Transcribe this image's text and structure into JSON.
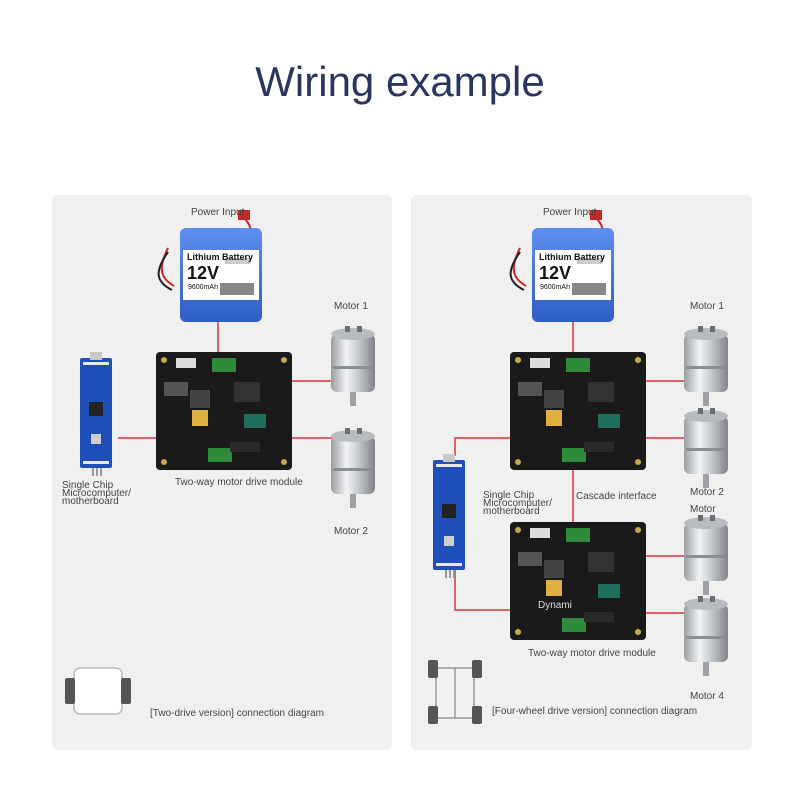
{
  "title": "Wiring example",
  "battery": {
    "brand": "Lithium Battery",
    "voltage": "12V",
    "capacity": "9600mAh"
  },
  "labels": {
    "power_input": "Power Input",
    "motor_1": "Motor 1",
    "motor_2": "Motor 2",
    "motor_4": "Motor 4",
    "motor": "Motor",
    "single_chip_line1": "Single Chip",
    "single_chip_line2": "Microcomputer/",
    "single_chip_line3": "motherboard",
    "module": "Two-way motor drive module",
    "cascade": "Cascade interface",
    "dynami": "Dynami",
    "two_drive_caption": "[Two-drive version] connection diagram",
    "four_wheel_caption": "[Four-wheel drive version] connection diagram"
  },
  "colors": {
    "title": "#2a3660",
    "panel": "#f0f0f0",
    "wire": "#d9323a",
    "battery": "#3d6fd6",
    "board": "#1a1a1a"
  }
}
